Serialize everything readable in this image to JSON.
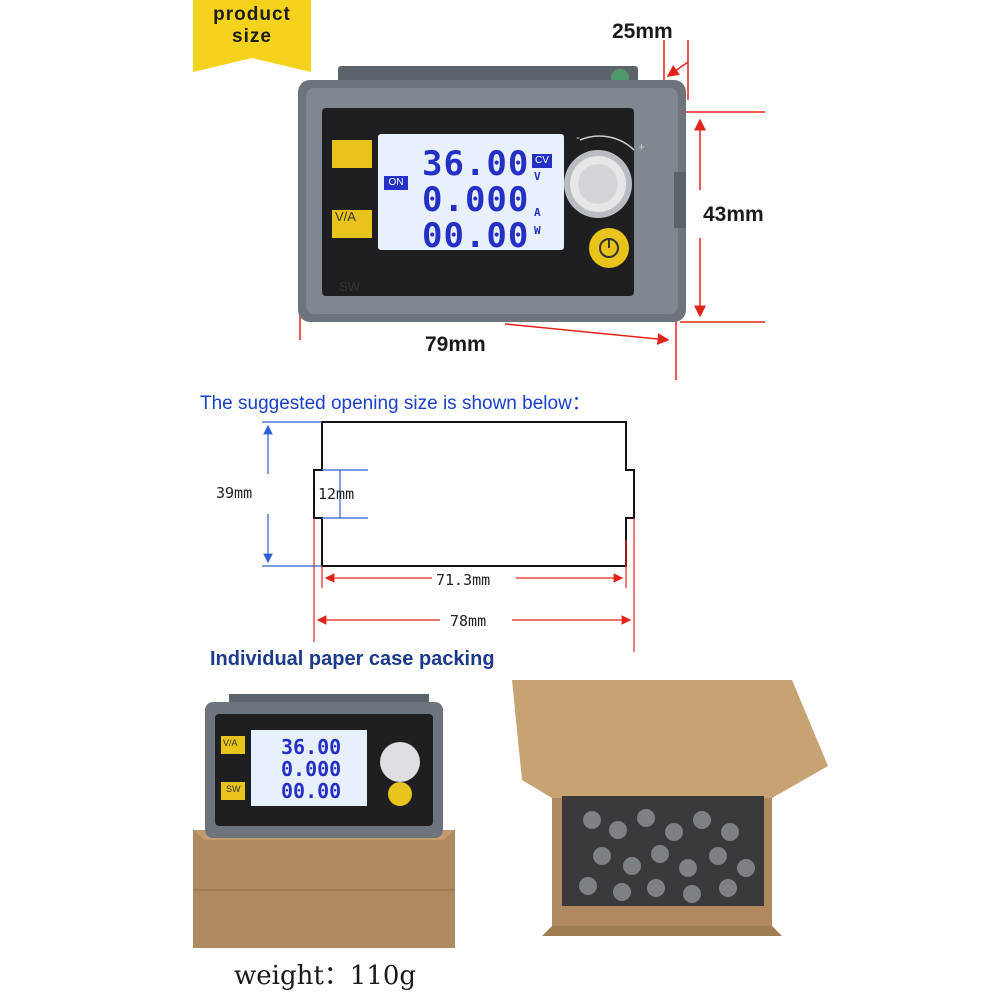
{
  "banner": {
    "line1": "product",
    "line2": "size"
  },
  "dimensions": {
    "depth": "25mm",
    "height": "43mm",
    "width": "79mm"
  },
  "device": {
    "button_va": "V/A",
    "button_sw": "SW",
    "status_on": "ON",
    "mode_cv": "CV",
    "reading_voltage": "36.00",
    "reading_current": "0.000",
    "reading_power": "00.00",
    "unit_v": "V",
    "unit_a": "A",
    "unit_w": "W",
    "knob_minus": "-",
    "knob_plus": "+"
  },
  "opening": {
    "title": "The suggested opening size is shown below：",
    "height": "39mm",
    "notch": "12mm",
    "inner_width": "71.3mm",
    "outer_width": "78mm"
  },
  "packing": {
    "title": "Individual paper case packing"
  },
  "weight": {
    "label": "weight：",
    "value": "110g"
  },
  "colors": {
    "banner": "#f5d21c",
    "dimension_red": "#e2231a",
    "dimension_blue": "#2f5fd6",
    "lcd": "#e8f1fb",
    "housing": "#6e747c"
  }
}
